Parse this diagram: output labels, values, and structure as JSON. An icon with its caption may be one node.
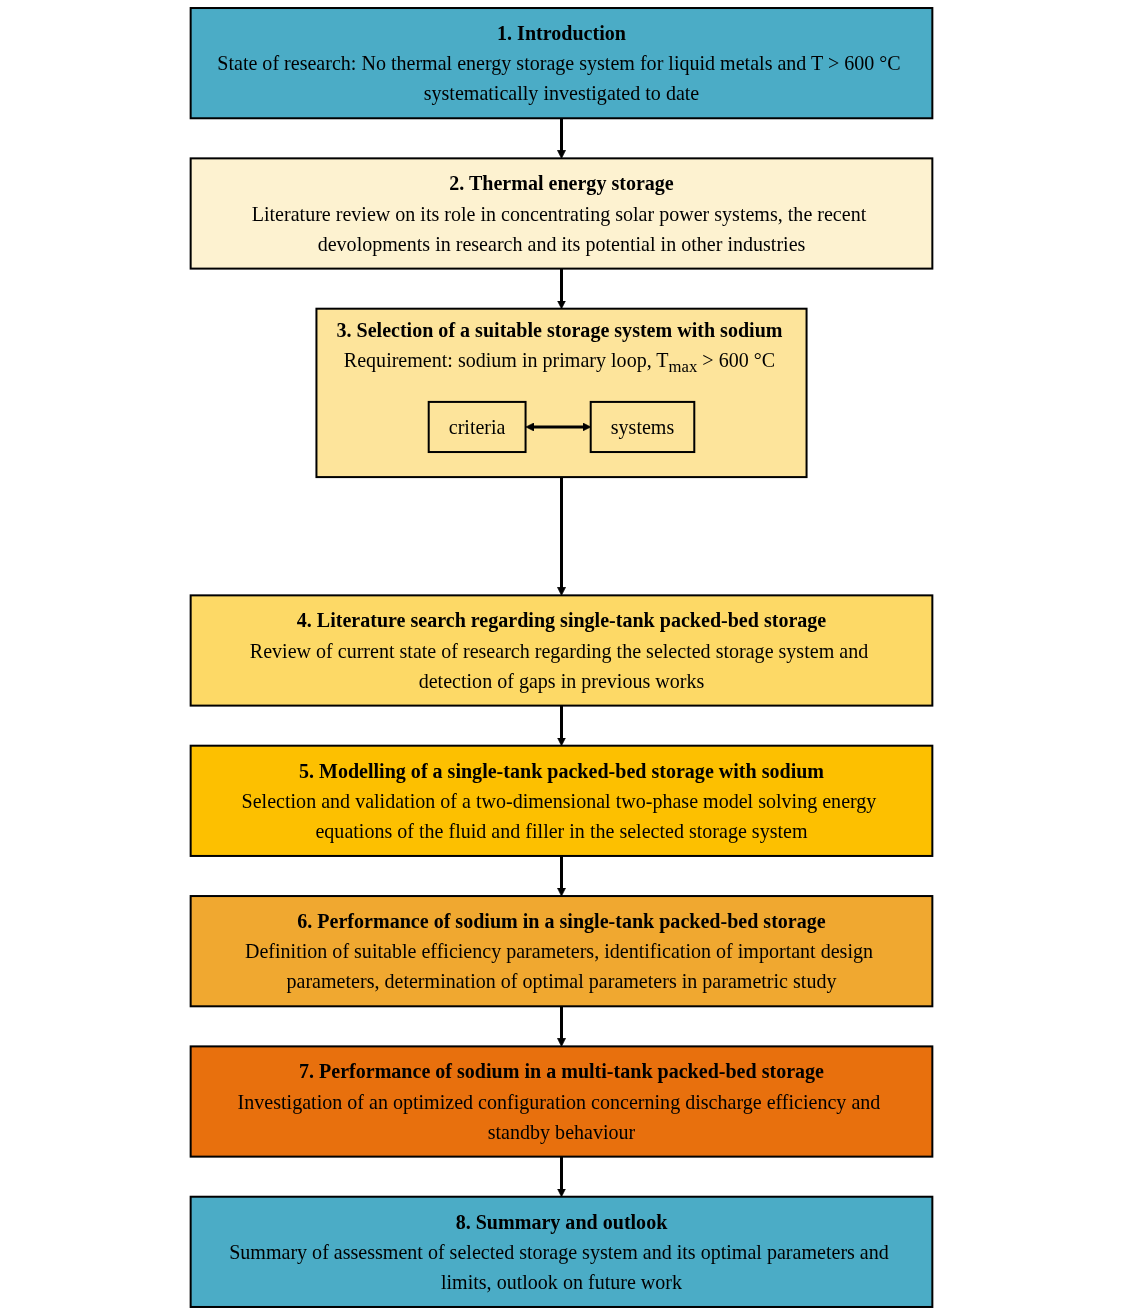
{
  "diagram": {
    "nodes": [
      {
        "text": [
          "1. Introduction",
          "State of research: No thermal energy storage system for liquid metals and T > 600 °C systematically investigated to date"
        ]
      },
      {
        "text": [
          "2. Thermal energy storage",
          "Literature review on its role in concentrating solar power systems, the recent devolopments in research and its potential in other industries"
        ]
      },
      {
        "text": [
          "3. Selection of a suitable storage system with sodium",
          "Requirement: sodium in primary loop, T$_{max}$ > 600 °C"
        ]
      },
      {
        "text": [
          "criteria"
        ],
        "in": 2
      },
      {
        "text": [
          "systems"
        ],
        "in": 2
      },
      {
        "text": [
          "4. Literature search regarding single-tank packed-bed storage",
          "Review of current state of research regarding the selected storage system and detection of gaps in previous works"
        ]
      },
      {
        "text": [
          "5. Modelling of a single-tank packed-bed storage with sodium",
          "Selection and validation of a two-dimensional two-phase model solving energy equations of the fluid and filler in the selected storage system"
        ]
      },
      {
        "text": [
          "6. Performance of sodium in a single-tank packed-bed storage",
          "Definition of suitable efficiency parameters, identification of important design parameters, determination of optimal parameters in parametric study"
        ]
      },
      {
        "text": [
          "7. Performance of sodium in a multi-tank packed-bed storage",
          "Investigation of an optimized configuration concerning discharge efficiency and standby behaviour"
        ]
      },
      {
        "text": [
          "8. Summary and outlook",
          "Summary of assessment of selected storage system and its optimal parameters and limits, outlook on future work"
        ]
      }
    ],
    "edges": [
      {
        "from": 0,
        "to": 1,
        "arrow": "to"
      },
      {
        "from": 1,
        "to": 2,
        "arrow": "to"
      },
      {
        "from": 3,
        "to": 4,
        "arrow": "both"
      },
      {
        "from": 2,
        "to": 5,
        "arrow": "to"
      },
      {
        "from": 5,
        "to": 6,
        "arrow": "to"
      },
      {
        "from": 6,
        "to": 7,
        "arrow": "to"
      },
      {
        "from": 7,
        "to": 8,
        "arrow": "to"
      },
      {
        "from": 8,
        "to": 9,
        "arrow": "to"
      }
    ]
  }
}
